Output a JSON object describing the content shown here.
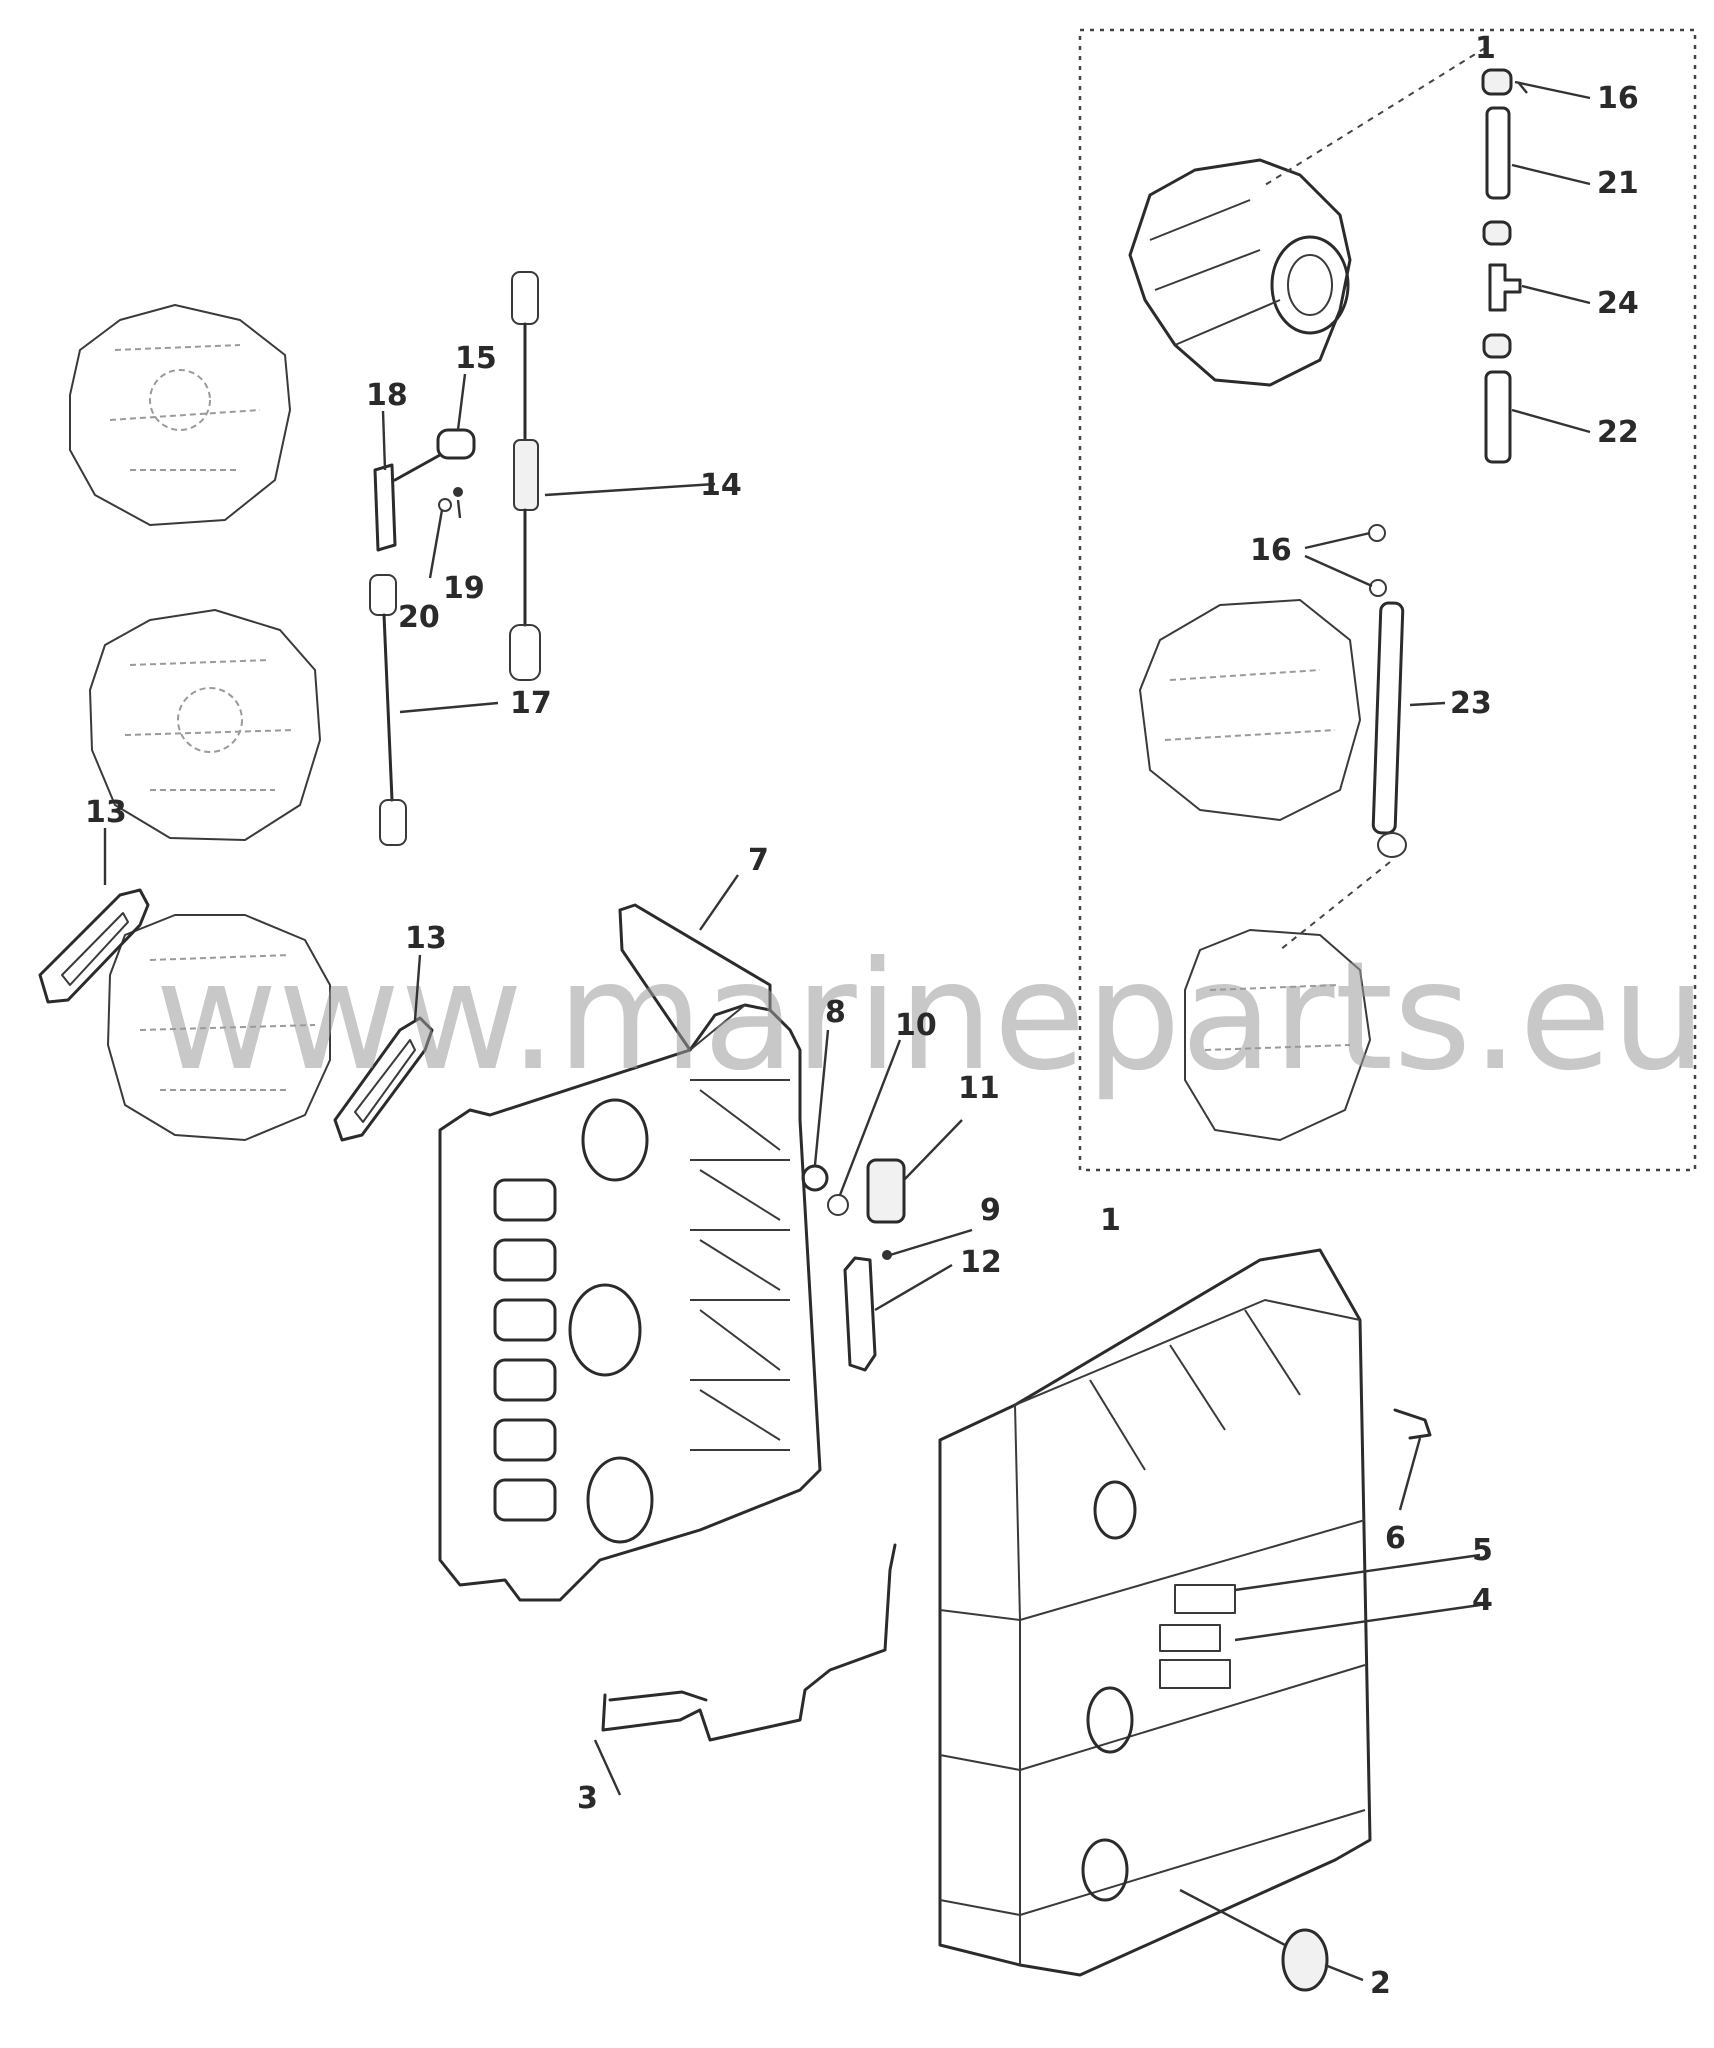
{
  "watermark": "www.marineparts.eu",
  "callouts": {
    "c1_top": "1",
    "c1_mid": "1",
    "c2": "2",
    "c3": "3",
    "c4": "4",
    "c5": "5",
    "c6": "6",
    "c7": "7",
    "c8": "8",
    "c9": "9",
    "c10": "10",
    "c11": "11",
    "c12": "12",
    "c13_left": "13",
    "c13_mid": "13",
    "c14": "14",
    "c15": "15",
    "c16_top": "16",
    "c16_mid": "16",
    "c17": "17",
    "c18": "18",
    "c19": "19",
    "c20": "20",
    "c21": "21",
    "c22": "22",
    "c23": "23",
    "c24": "24"
  }
}
